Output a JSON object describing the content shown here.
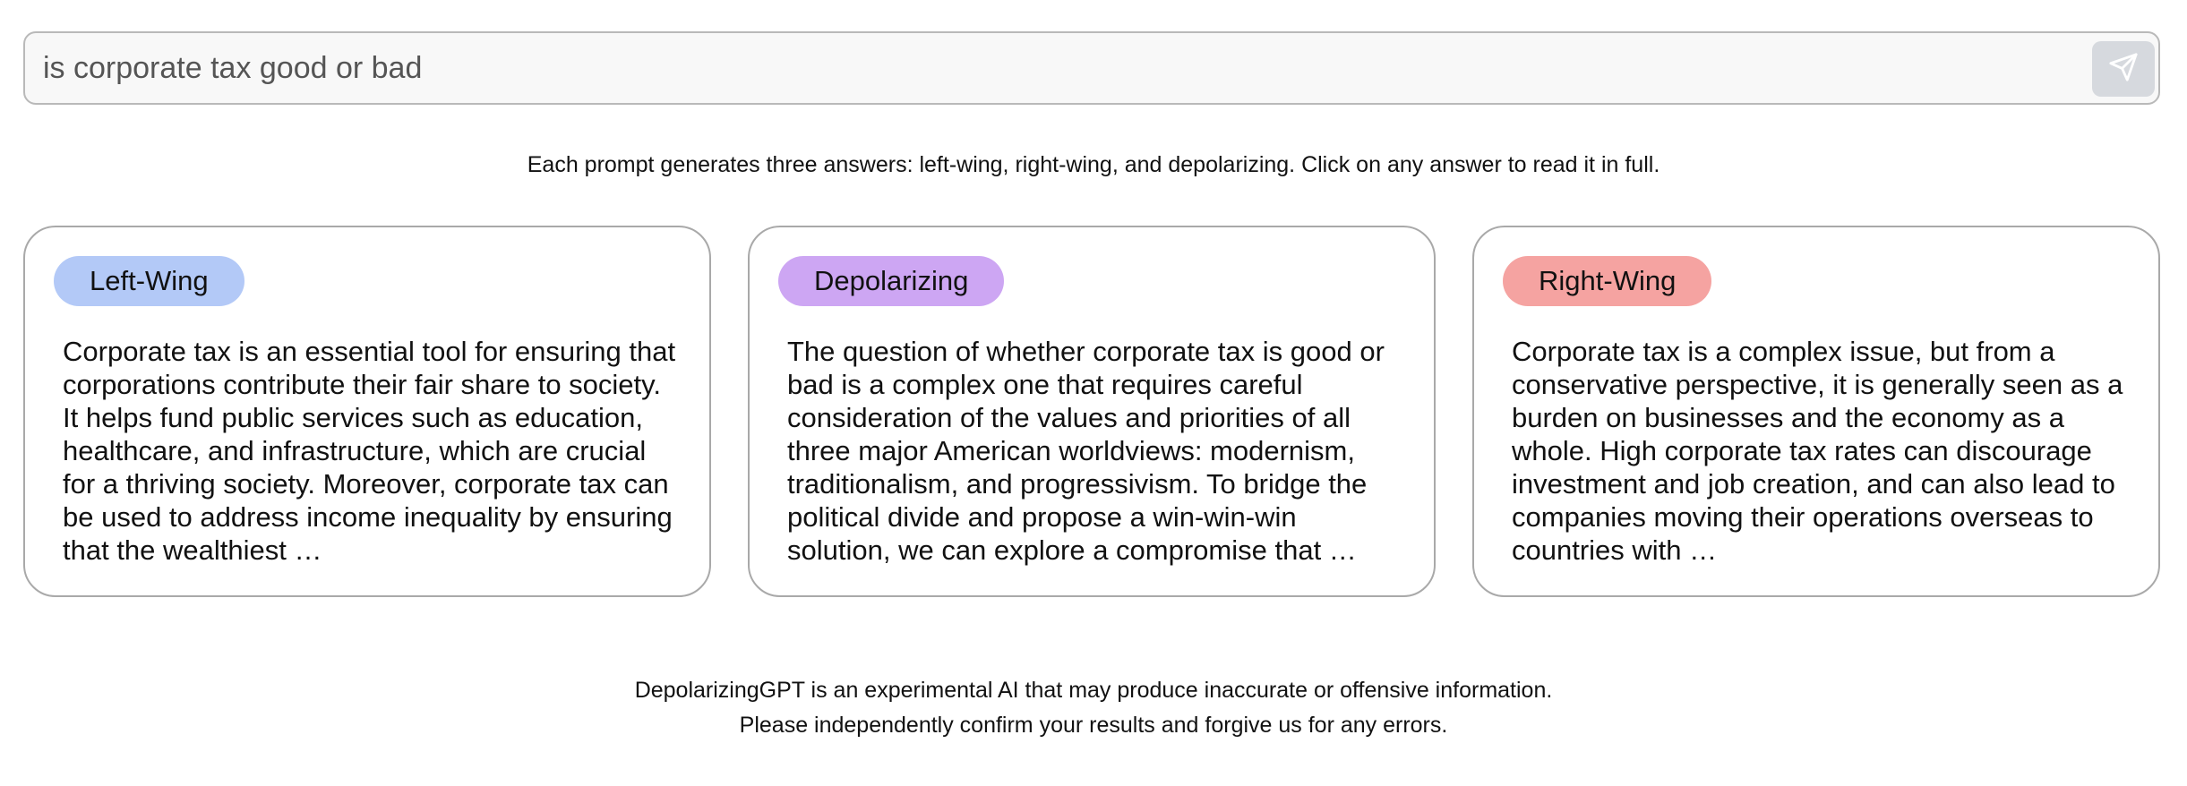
{
  "search": {
    "value": "is corporate tax good or bad",
    "send_icon": "send-icon"
  },
  "instructions": "Each prompt generates three answers: left-wing, right-wing, and depolarizing. Click on any answer to read it in full.",
  "answers": [
    {
      "label": "Left-Wing",
      "color": "#b3c9f7",
      "text": "Corporate tax is an essential tool for ensuring that corporations contribute their fair share to society. It helps fund public services such as education, healthcare, and infrastructure, which are crucial for a thriving society. Moreover, corporate tax can be used to address income inequality by ensuring that the wealthiest …"
    },
    {
      "label": "Depolarizing",
      "color": "#cda6f3",
      "text": "The question of whether corporate tax is good or bad is a complex one that requires careful consideration of the values and priorities of all three major American worldviews: modernism, traditionalism, and progressivism. To bridge the political divide and propose a win-win-win solution, we can explore a compromise that …"
    },
    {
      "label": "Right-Wing",
      "color": "#f5a3a1",
      "text": "Corporate tax is a complex issue, but from a conservative perspective, it is generally seen as a burden on businesses and the economy as a whole. High corporate tax rates can discourage investment and job creation, and can also lead to companies moving their operations overseas to countries with …"
    }
  ],
  "footer": {
    "line1": "DepolarizingGPT is an experimental AI that may produce inaccurate or offensive information.",
    "line2": "Please independently confirm your results and forgive us for any errors."
  }
}
